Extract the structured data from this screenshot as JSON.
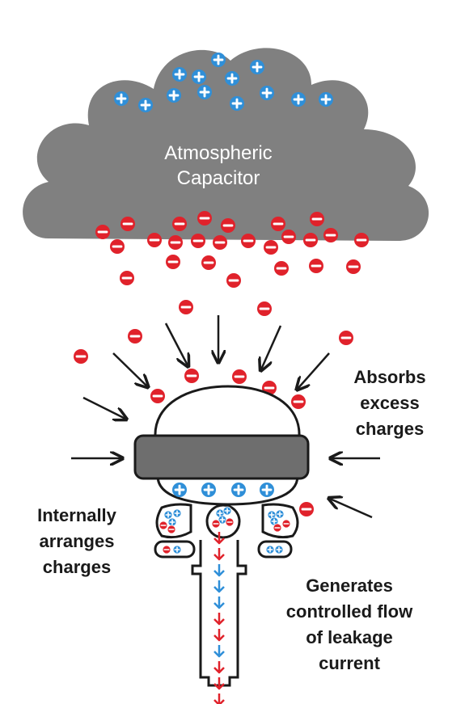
{
  "cloud": {
    "title_line1": "Atmospheric",
    "title_line2": "Capacitor"
  },
  "labels": {
    "absorbs": [
      "Absorbs",
      "excess",
      "charges"
    ],
    "arranges": [
      "Internally",
      "arranges",
      "charges"
    ],
    "generates": [
      "Generates",
      "controlled flow",
      "of leakage",
      "current"
    ]
  },
  "symbols": {
    "positive": "+",
    "negative": "−"
  },
  "colors": {
    "cloud": "#808080",
    "positive": "#2f8fd8",
    "negative": "#e0222b",
    "device_body": "#6e6e6e",
    "outline": "#1a1a1a"
  }
}
